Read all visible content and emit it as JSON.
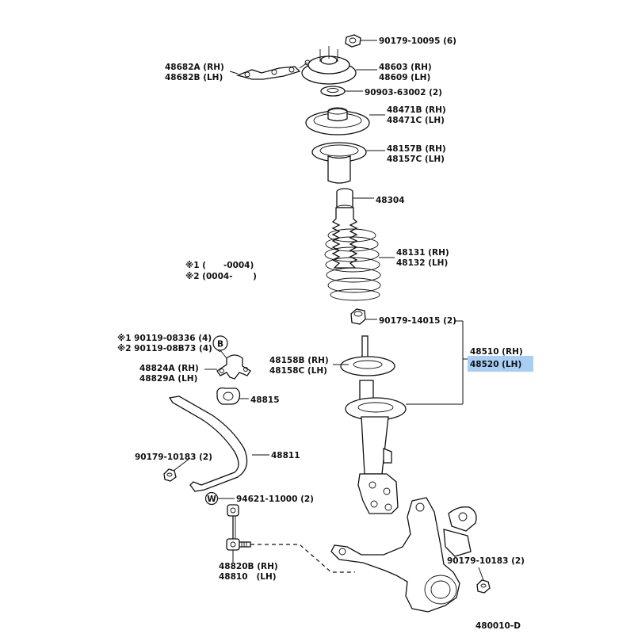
{
  "labels": {
    "nut_top": "90179-10095 (6)",
    "bracket_rh": "48682A (RH)",
    "bracket_lh": "48682B (LH)",
    "mount_rh": "48603 (RH)",
    "mount_lh": "48609 (LH)",
    "bearing": "90903-63002 (2)",
    "seat_upper_rh": "48471B (RH)",
    "seat_upper_lh": "48471C (LH)",
    "insulator_rh": "48157B (RH)",
    "insulator_lh": "48157C (LH)",
    "bumper": "48304",
    "spring_rh": "48131 (RH)",
    "spring_lh": "48132 (LH)",
    "note1": "※1 (      -0004)",
    "note2": "※2 (0004-       )",
    "nut_strut": "90179-14015 (2)",
    "bush_bolt1": "※1 90119-08336 (4)",
    "bush_bolt2": "※2 90119-08B73 (4)",
    "lower_seat_rh": "48158B (RH)",
    "lower_seat_lh": "48158C (LH)",
    "strut_rh": "48510 (RH)",
    "strut_lh": "48520 (LH)",
    "bush_bracket_rh": "48824A (RH)",
    "bush_bracket_lh": "48829A (LH)",
    "bushing": "48815",
    "stabilizer": "48811",
    "nut_stab": "90179-10183 (2)",
    "washer_part": "94621-11000 (2)",
    "link_rh": "48820B (RH)",
    "link_lh": "48810   (LH)",
    "nut_link": "90179-10183 (2)",
    "figure_code": "480010-D",
    "callout_b": "B",
    "callout_w": "W"
  },
  "highlight_color": "#a9cef4"
}
